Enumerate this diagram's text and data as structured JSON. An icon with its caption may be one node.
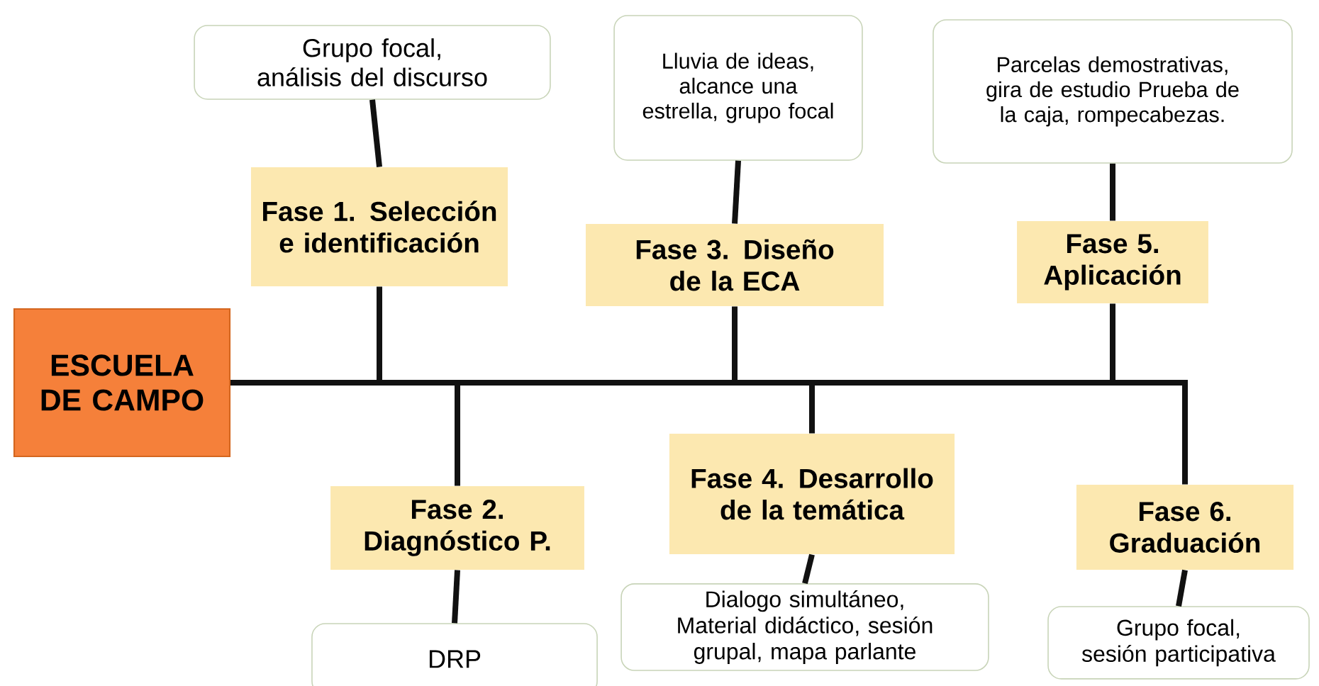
{
  "diagram": {
    "nodes": [
      {
        "text": [
          "ESCUELA DE CAMPO"
        ]
      },
      {
        "text": [
          "Fase 1. Selección e identificación"
        ]
      },
      {
        "text": [
          "Grupo focal, análisis del discurso"
        ]
      },
      {
        "text": [
          "Fase 2. Diagnóstico P."
        ]
      },
      {
        "text": [
          "DRP"
        ]
      },
      {
        "text": [
          "Fase 3. Diseño de la ECA"
        ]
      },
      {
        "text": [
          "Lluvia de ideas, alcance una estrella, grupo focal"
        ]
      },
      {
        "text": [
          "Fase 4. Desarrollo de la temática"
        ]
      },
      {
        "text": [
          "Dialogo simultáneo, Material didáctico, sesión grupal, mapa parlante"
        ]
      },
      {
        "text": [
          "Fase 5. Aplicación"
        ]
      },
      {
        "text": [
          "Parcelas demostrativas, gira de estudio Prueba de la caja, rompecabezas."
        ]
      },
      {
        "text": [
          "Fase 6. Graduación"
        ]
      },
      {
        "text": [
          "Grupo focal, sesión participativa"
        ]
      }
    ],
    "edges": [
      {
        "from": 0,
        "to": 1,
        "arrow": "none"
      },
      {
        "from": 0,
        "to": 3,
        "arrow": "none"
      },
      {
        "from": 0,
        "to": 5,
        "arrow": "none"
      },
      {
        "from": 0,
        "to": 7,
        "arrow": "none"
      },
      {
        "from": 0,
        "to": 9,
        "arrow": "none"
      },
      {
        "from": 0,
        "to": 11,
        "arrow": "none"
      },
      {
        "from": 1,
        "to": 2,
        "arrow": "none"
      },
      {
        "from": 3,
        "to": 4,
        "arrow": "none"
      },
      {
        "from": 5,
        "to": 6,
        "arrow": "none"
      },
      {
        "from": 7,
        "to": 8,
        "arrow": "none"
      },
      {
        "from": 9,
        "to": 10,
        "arrow": "none"
      },
      {
        "from": 11,
        "to": 12,
        "arrow": "none"
      }
    ]
  }
}
